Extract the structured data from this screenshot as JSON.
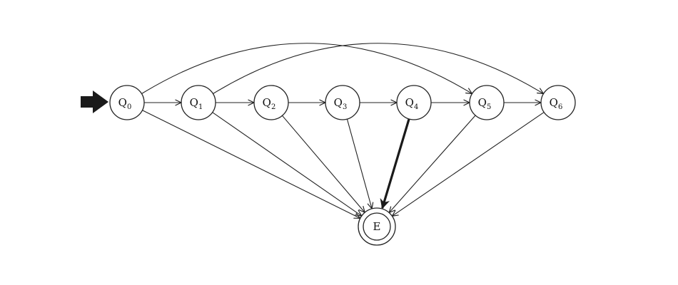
{
  "colors": {
    "ink": "#222222",
    "background": "#ffffff"
  },
  "states": [
    {
      "id": "Q0",
      "letter": "Q",
      "sub": "0",
      "initial": true
    },
    {
      "id": "Q1",
      "letter": "Q",
      "sub": "1"
    },
    {
      "id": "Q2",
      "letter": "Q",
      "sub": "2"
    },
    {
      "id": "Q3",
      "letter": "Q",
      "sub": "3"
    },
    {
      "id": "Q4",
      "letter": "Q",
      "sub": "4"
    },
    {
      "id": "Q5",
      "letter": "Q",
      "sub": "5"
    },
    {
      "id": "Q6",
      "letter": "Q",
      "sub": "6"
    },
    {
      "id": "E",
      "letter": "E",
      "sub": "",
      "accepting": true
    }
  ],
  "transitions": [
    {
      "from": "Q0",
      "to": "Q1",
      "kind": "straight"
    },
    {
      "from": "Q1",
      "to": "Q2",
      "kind": "straight"
    },
    {
      "from": "Q2",
      "to": "Q3",
      "kind": "straight"
    },
    {
      "from": "Q3",
      "to": "Q4",
      "kind": "straight"
    },
    {
      "from": "Q4",
      "to": "Q5",
      "kind": "straight"
    },
    {
      "from": "Q5",
      "to": "Q6",
      "kind": "straight"
    },
    {
      "from": "Q0",
      "to": "Q5",
      "kind": "arc"
    },
    {
      "from": "Q1",
      "to": "Q6",
      "kind": "arc"
    },
    {
      "from": "Q0",
      "to": "E",
      "kind": "straight"
    },
    {
      "from": "Q1",
      "to": "E",
      "kind": "straight"
    },
    {
      "from": "Q2",
      "to": "E",
      "kind": "straight"
    },
    {
      "from": "Q3",
      "to": "E",
      "kind": "straight"
    },
    {
      "from": "Q4",
      "to": "E",
      "kind": "straight",
      "emphasis": "bold"
    },
    {
      "from": "Q5",
      "to": "E",
      "kind": "straight"
    },
    {
      "from": "Q6",
      "to": "E",
      "kind": "straight"
    }
  ]
}
